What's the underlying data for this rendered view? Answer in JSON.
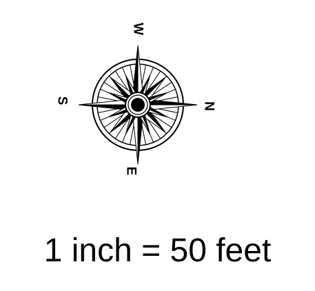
{
  "compass": {
    "labels": {
      "west": "W",
      "north": "N",
      "east": "E",
      "south": "S"
    },
    "icon": "compass-rose-icon"
  },
  "scale": {
    "text": "1 inch = 50 feet"
  },
  "colors": {
    "ink": "#000000",
    "background": "#ffffff"
  }
}
